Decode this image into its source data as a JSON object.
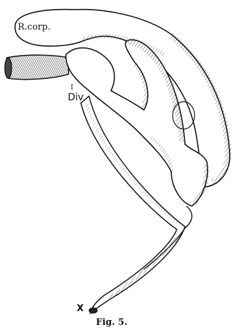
{
  "figure": {
    "labels": {
      "rcorp": "R.corp.",
      "i": "I",
      "div": "Div",
      "x": "X",
      "caption": "Fig. 5."
    },
    "colors": {
      "ink": "#111111",
      "shade": "#6a6a6a",
      "paper": "#ffffff"
    }
  }
}
